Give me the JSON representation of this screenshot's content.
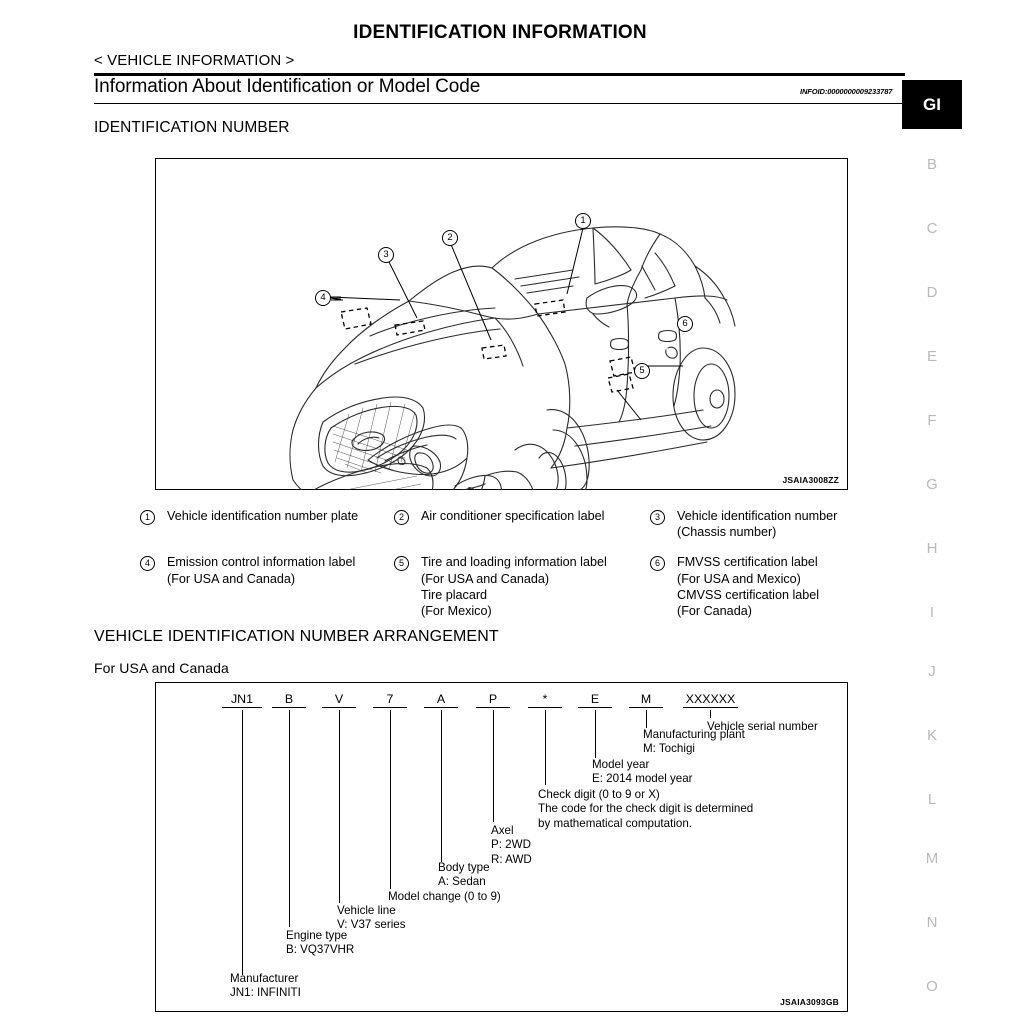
{
  "page": {
    "title": "IDENTIFICATION INFORMATION",
    "section_tag": "< VEHICLE INFORMATION >",
    "doc_heading": "Information About Identification or Model Code",
    "infoid": "INFOID:0000000009233787"
  },
  "index_tabs": {
    "active": "GI",
    "letters": [
      "B",
      "C",
      "D",
      "E",
      "F",
      "G",
      "H",
      "I",
      "J",
      "K",
      "L",
      "M",
      "N",
      "O"
    ]
  },
  "sections": {
    "identification_number": "IDENTIFICATION NUMBER",
    "vin_arrangement": "VEHICLE IDENTIFICATION NUMBER ARRANGEMENT",
    "vin_market": "For USA and Canada"
  },
  "figures": {
    "vehicle_code": "JSAIA3008ZZ",
    "vin_code": "JSAIA3093GB"
  },
  "legend": [
    {
      "num": "1",
      "text": "Vehicle identification number plate"
    },
    {
      "num": "2",
      "text": "Air conditioner specification label"
    },
    {
      "num": "3",
      "text": "Vehicle identification number\n(Chassis number)"
    },
    {
      "num": "4",
      "text": "Emission control information label\n(For USA and Canada)"
    },
    {
      "num": "5",
      "text": "Tire and loading information label\n(For USA and Canada)\nTire placard\n(For Mexico)"
    },
    {
      "num": "6",
      "text": "FMVSS certification label\n(For USA and Mexico)\nCMVSS certification label\n(For Canada)"
    }
  ],
  "callouts": [
    "1",
    "2",
    "3",
    "4",
    "5",
    "6"
  ],
  "vin": {
    "characters": [
      "JN1",
      "B",
      "V",
      "7",
      "A",
      "P",
      "*",
      "E",
      "M",
      "XXXXXX"
    ],
    "notes": {
      "serial": "Vehicle serial number",
      "plant": "Manufacturing plant\nM: Tochigi",
      "model_year": "Model year\nE: 2014 model year",
      "check_digit": "Check digit (0 to 9 or X)\nThe code for the check digit is determined\nby mathematical computation.",
      "axel": "Axel\nP: 2WD\nR: AWD",
      "body_type": "Body type\nA: Sedan",
      "model_change": "Model change (0 to 9)",
      "vehicle_line": "Vehicle line\nV: V37 series",
      "engine_type": "Engine type\nB: VQ37VHR",
      "manufacturer": "Manufacturer\nJN1: INFINITI"
    }
  }
}
